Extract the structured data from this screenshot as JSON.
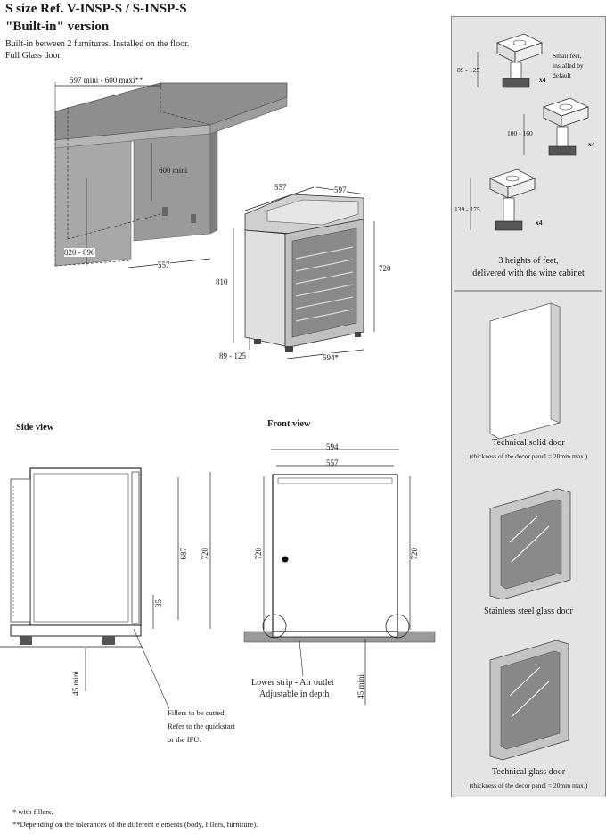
{
  "header": {
    "title": "S size Ref. V-INSP-S / S-INSP-S",
    "version": "\"Built-in\" version",
    "desc_line1": "Built-in between 2 furnitures. Installed on the floor.",
    "desc_line2": "Full Glass door."
  },
  "perspective": {
    "dim_width": "597  mini - 600 maxi**",
    "dim_height_min": "600 mini",
    "dim_depth_range": "820 - 890",
    "dim_depth": "557",
    "cab_top_w": "557",
    "cab_top_d": "597",
    "cab_h_left": "810",
    "cab_h_right": "720",
    "cab_feet": "89 - 125",
    "cab_width": "594*"
  },
  "side_view": {
    "title": "Side view",
    "dim_687": "687",
    "dim_720": "720",
    "dim_35": "35",
    "dim_45": "45 mini"
  },
  "front_view": {
    "title": "Front view",
    "dim_594": "594",
    "dim_557": "557",
    "dim_left_720": "720",
    "dim_right_720": "720",
    "dim_45": "45 mini"
  },
  "notes": {
    "lower_strip_1": "Lower strip - Air outlet",
    "lower_strip_2": "Adjustable in depth",
    "fillers_1": "Fillers to be cutted.",
    "fillers_2": "Refer to the quickstart",
    "fillers_3": "or the IFU.",
    "footnote_1": "* with fillers.",
    "footnote_2": "**Depending on the tolerances of the different elements (body, fillers, furniture)."
  },
  "feet_panel": {
    "foot1_range": "89 - 125",
    "foot1_count": "x4",
    "foot1_note_1": "Small feet,",
    "foot1_note_2": "installed by",
    "foot1_note_3": "default",
    "foot2_range": "100 - 160",
    "foot2_count": "x4",
    "foot3_range": "139 - 175",
    "foot3_count": "x4",
    "caption_1": "3 heights of feet,",
    "caption_2": "delivered with the wine cabinet"
  },
  "doors_panel": {
    "door1_label": "Technical solid door",
    "door1_note": "(thickness of the decor panel = 20mm max.)",
    "door2_label": "Stainless steel glass door",
    "door3_label": "Technical glass door",
    "door3_note": "(thickness of the decor panel = 20mm max.)"
  }
}
